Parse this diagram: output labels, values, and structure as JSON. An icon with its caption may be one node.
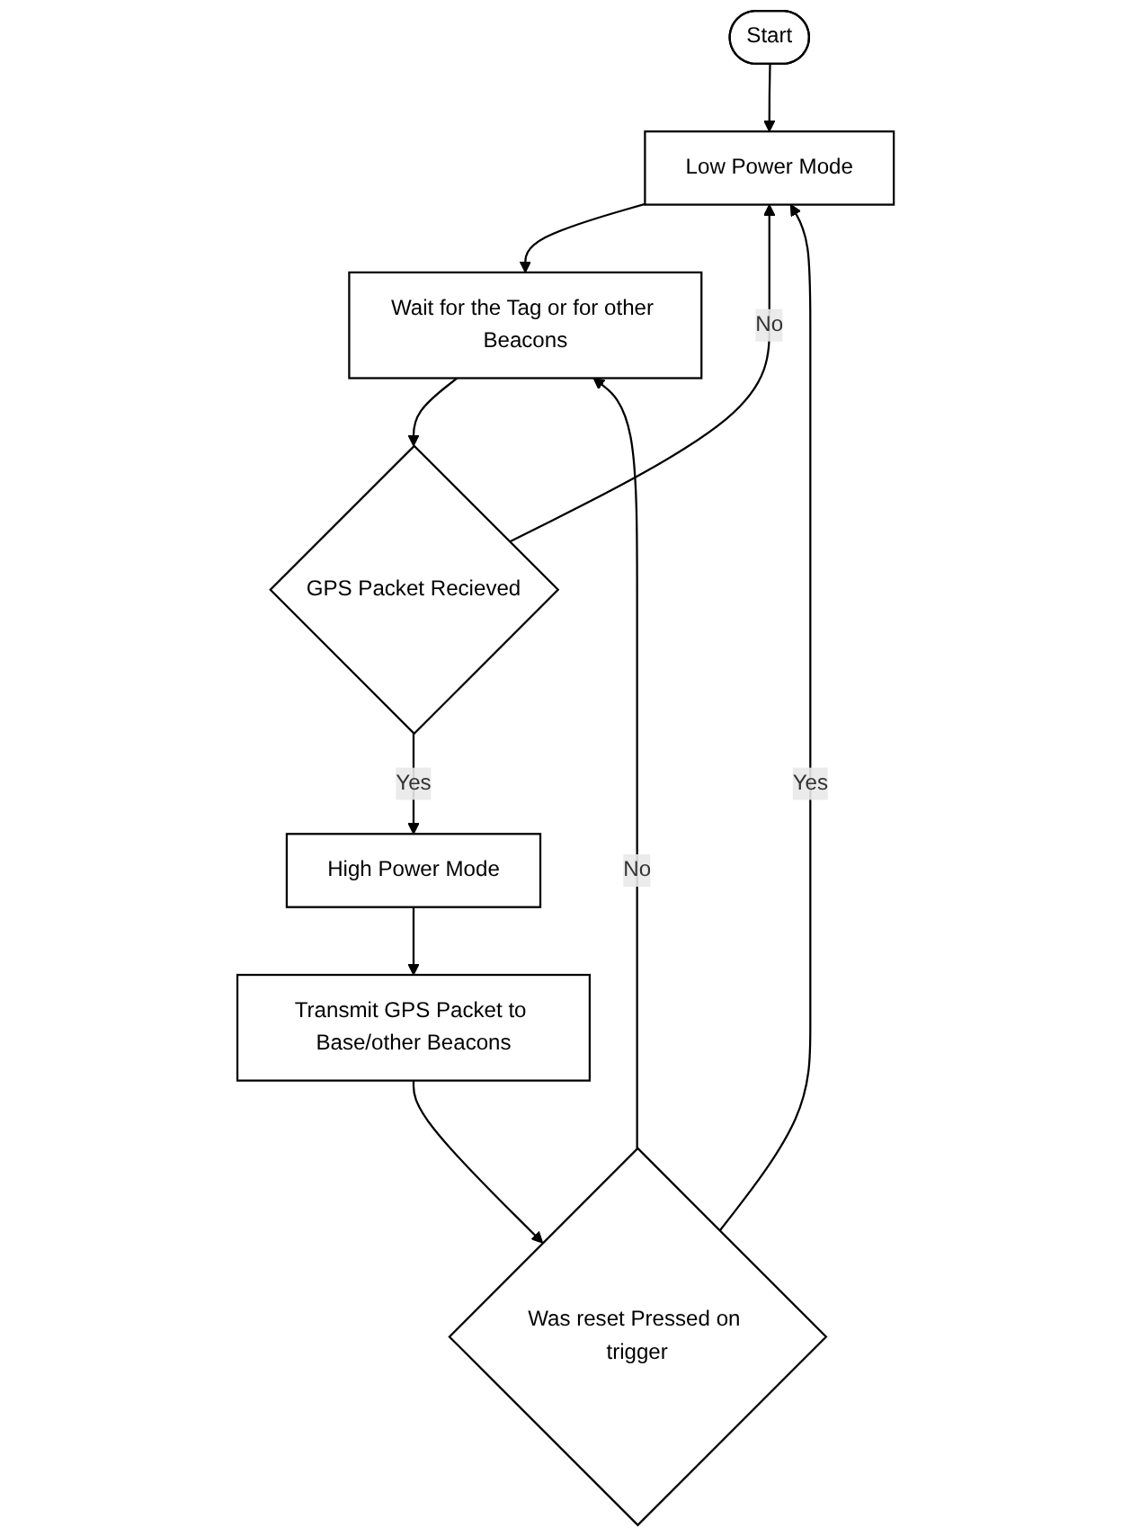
{
  "diagram": {
    "nodes": [
      {
        "text": [
          "Start"
        ]
      },
      {
        "text": [
          "Low Power Mode"
        ]
      },
      {
        "text": [
          "Wait for the Tag or for other Beacons"
        ]
      },
      {
        "text": [
          "GPS Packet Recieved"
        ]
      },
      {
        "text": [
          "High Power Mode"
        ]
      },
      {
        "text": [
          "Transmit GPS Packet to Base/other Beacons"
        ]
      },
      {
        "text": [
          "Was reset Pressed on trigger"
        ]
      }
    ],
    "edges": [
      {
        "from": 0,
        "to": 1,
        "arrow": "to"
      },
      {
        "from": 1,
        "to": 2,
        "arrow": "to"
      },
      {
        "from": 2,
        "to": 3,
        "arrow": "to"
      },
      {
        "from": 3,
        "to": 1,
        "label": "No",
        "arrow": "to"
      },
      {
        "from": 3,
        "to": 4,
        "label": "Yes",
        "arrow": "to"
      },
      {
        "from": 4,
        "to": 5,
        "arrow": "to"
      },
      {
        "from": 5,
        "to": 6,
        "arrow": "to"
      },
      {
        "from": 6,
        "to": 1,
        "label": "Yes",
        "arrow": "to"
      },
      {
        "from": 6,
        "to": 2,
        "label": "No",
        "arrow": "to"
      }
    ]
  }
}
